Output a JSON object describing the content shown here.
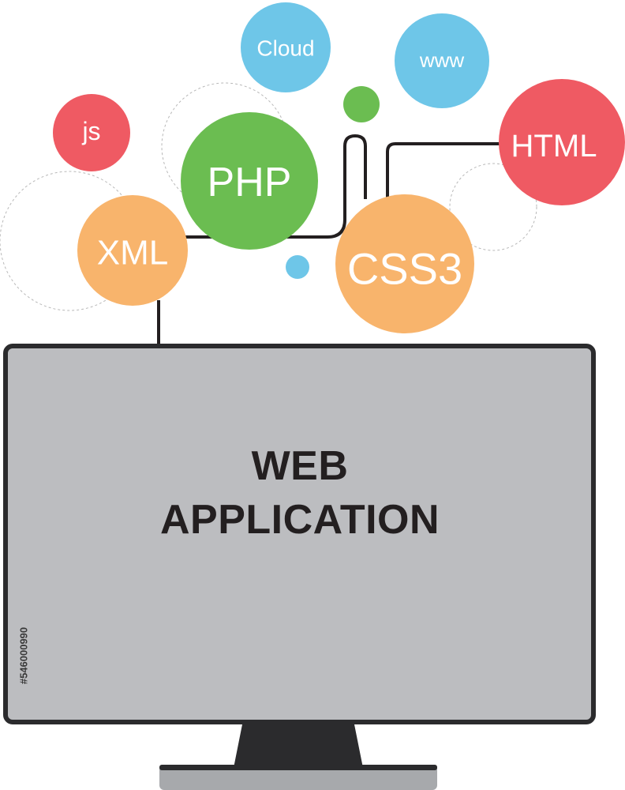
{
  "bubbles": [
    {
      "id": "js",
      "label": "js",
      "color": "#ef5a63"
    },
    {
      "id": "cloud",
      "label": "Cloud",
      "color": "#6ec6e8"
    },
    {
      "id": "www",
      "label": "www",
      "color": "#6ec6e8"
    },
    {
      "id": "php",
      "label": "PHP",
      "color": "#6bbd51"
    },
    {
      "id": "html",
      "label": "HTML",
      "color": "#ef5a63"
    },
    {
      "id": "xml",
      "label": "XML",
      "color": "#f8b46c"
    },
    {
      "id": "css3",
      "label": "CSS3",
      "color": "#f8b46c"
    }
  ],
  "colors": {
    "green_dot": "#6bbd51",
    "blue_dot": "#6ec6e8",
    "monitor_screen": "#bcbdc0",
    "monitor_frame": "#2b2b2d",
    "stand_base": "#a7a9ac"
  },
  "monitor": {
    "title_line1": "WEB",
    "title_line2": "APPLICATION"
  },
  "side_label": "#546000990"
}
